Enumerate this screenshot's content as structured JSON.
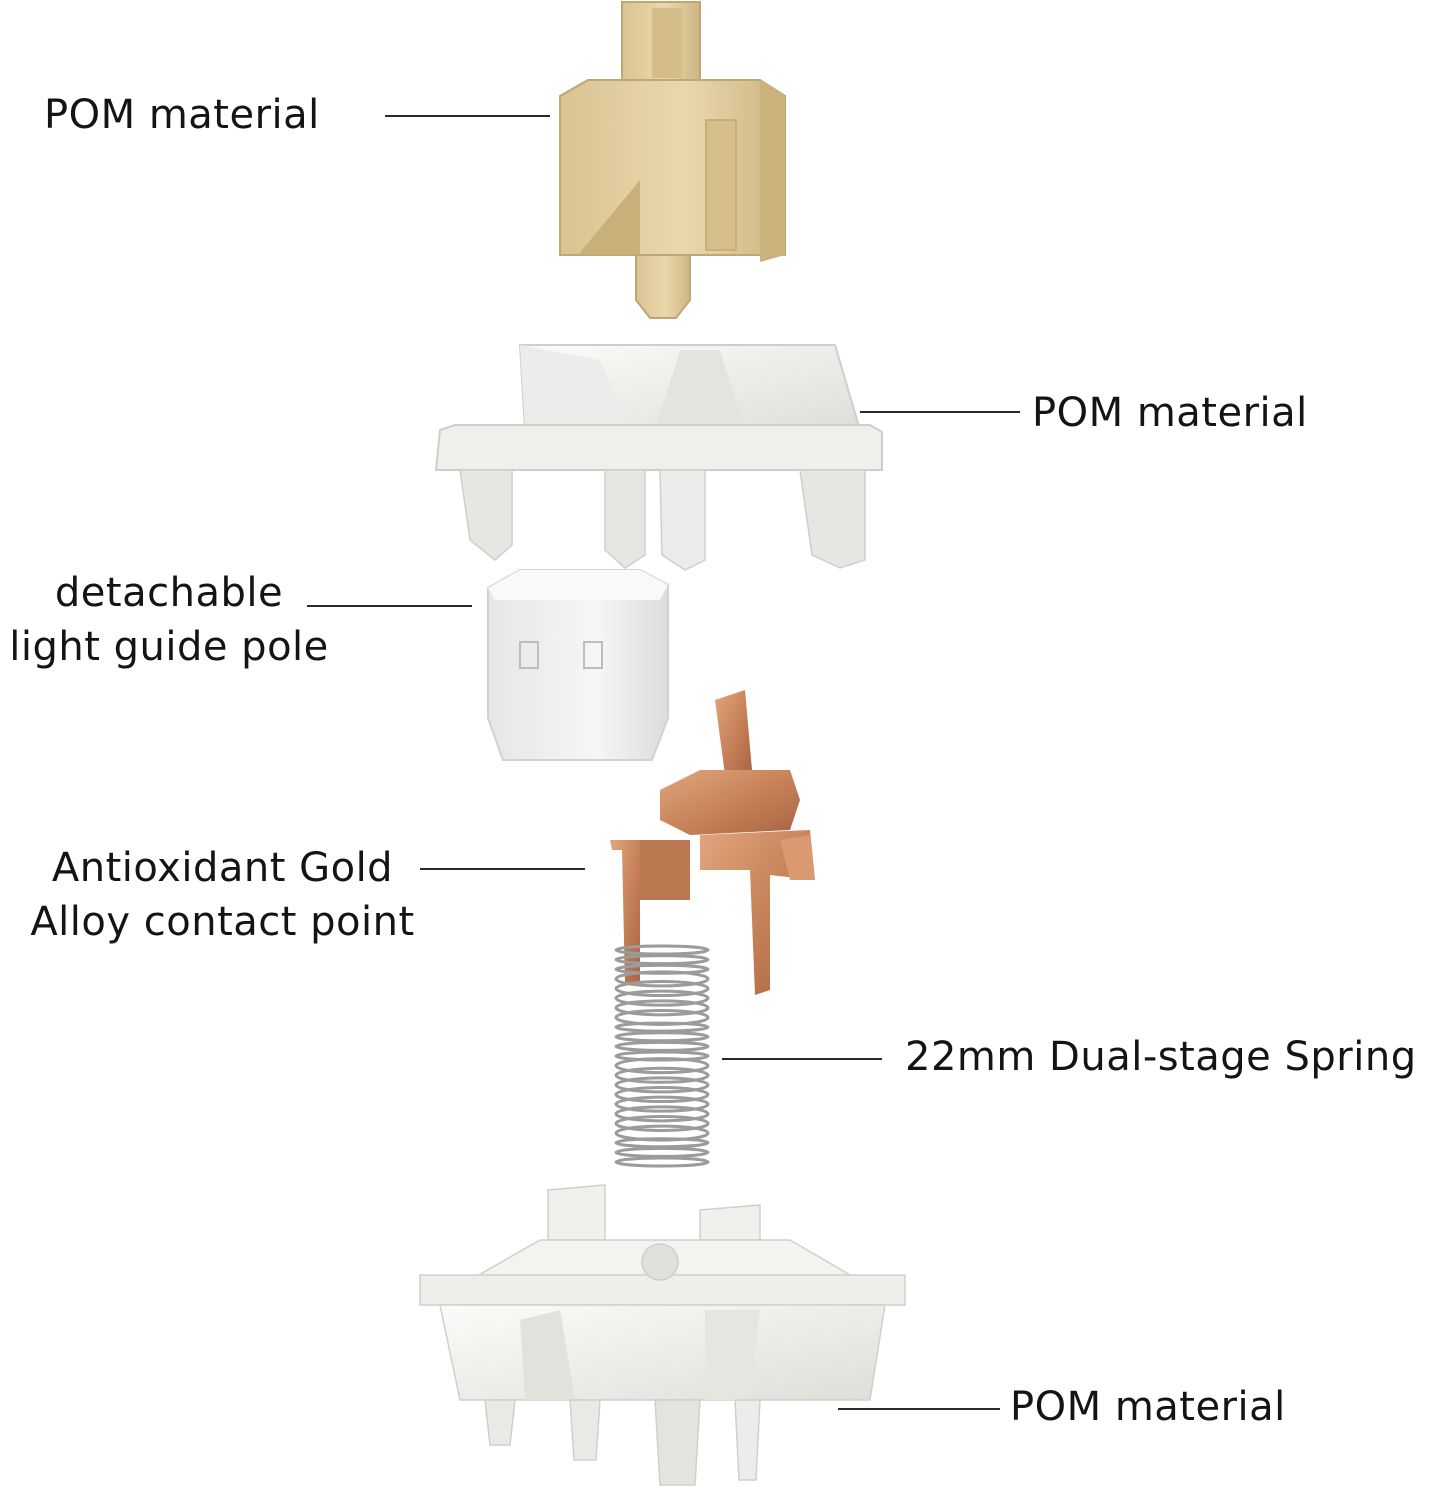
{
  "callouts": {
    "stem": {
      "text": "POM material"
    },
    "top_housing": {
      "text": "POM material"
    },
    "light_guide": {
      "line1": "detachable",
      "line2": "light guide pole"
    },
    "contact": {
      "line1": "Antioxidant Gold",
      "line2": "Alloy contact point"
    },
    "spring": {
      "text": "22mm Dual-stage Spring"
    },
    "bottom_housing": {
      "text": "POM material"
    }
  },
  "colors": {
    "stem": "#e3cf9f",
    "housing": "#f2f2ef",
    "light_guide": "#eeeeee",
    "contact": "#c98a63",
    "spring": "#9b9b9b",
    "leader_line": "#2a2a2a"
  }
}
